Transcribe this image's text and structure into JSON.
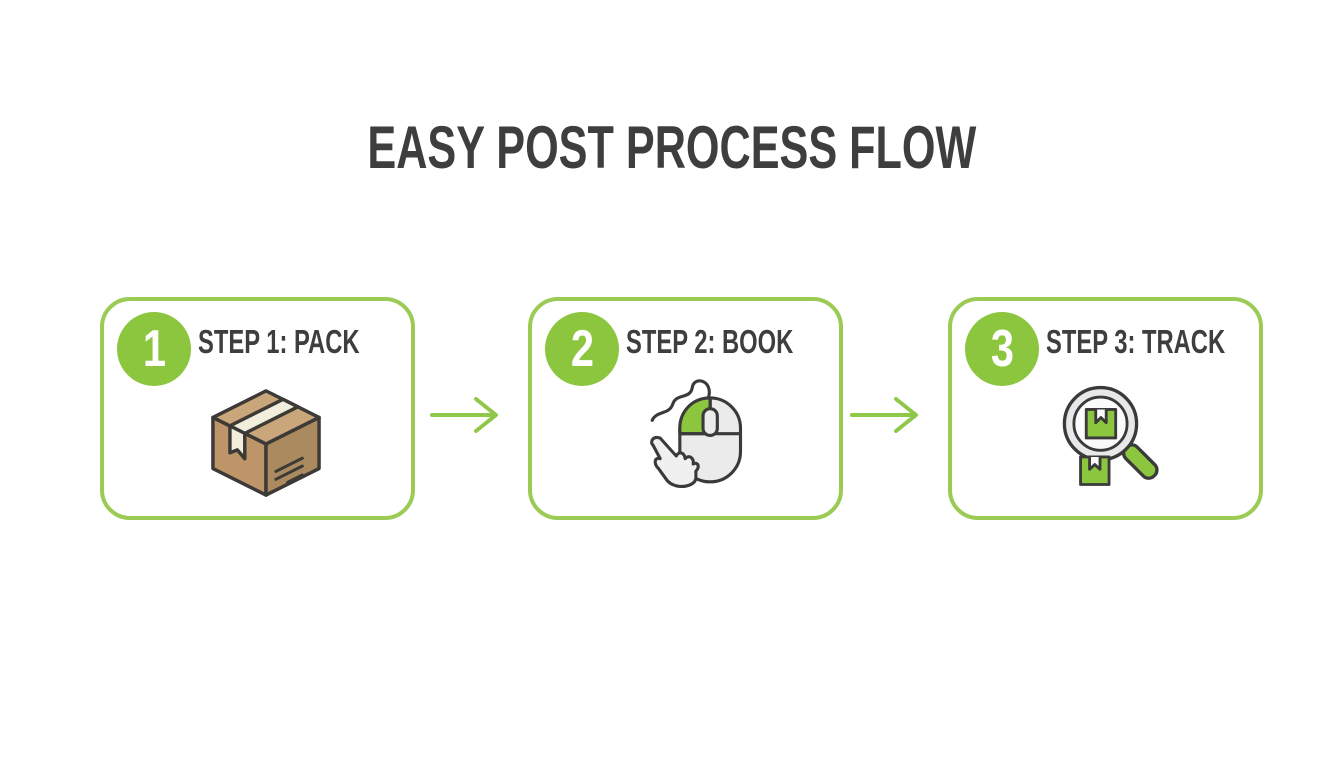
{
  "title": "EASY POST PROCESS FLOW",
  "colors": {
    "accent-green": "#8CC63E",
    "card-border-green": "#9BCB55",
    "arrow-green": "#8FC848",
    "heading-text": "#3E3E3E",
    "icon-outline": "#3A3A3A",
    "box-top": "#C9A77B",
    "box-left": "#BD9568",
    "box-right": "#AB8A60",
    "box-tape": "#F2EEDC",
    "mouse-body": "#EBEBEB",
    "hand-fill": "#F0F0F0",
    "ring-fill": "#E8E8E8",
    "lens-fill": "#FBFBFB"
  },
  "steps": [
    {
      "number": "1",
      "label": "STEP 1: PACK",
      "icon": "package-box-icon"
    },
    {
      "number": "2",
      "label": "STEP 2: BOOK",
      "icon": "mouse-click-icon"
    },
    {
      "number": "3",
      "label": "STEP 3: TRACK",
      "icon": "magnifier-package-icon"
    }
  ],
  "connectors": [
    {
      "type": "arrow-right"
    },
    {
      "type": "arrow-right"
    }
  ]
}
